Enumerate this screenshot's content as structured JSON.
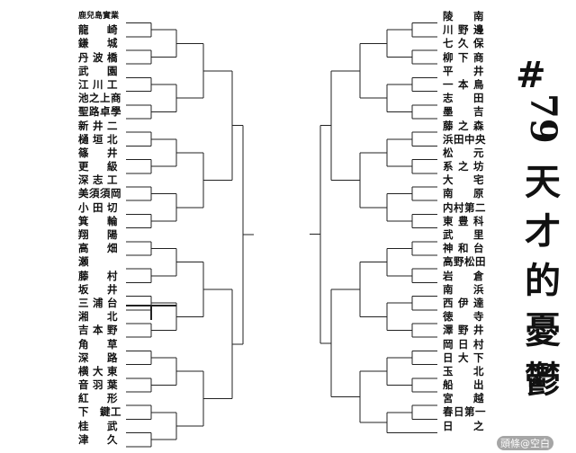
{
  "left_teams": [
    "鹿兒島實業",
    "龍　崎",
    "鎌　城",
    "丹波橋",
    "武　園",
    "江川工",
    "池之上商",
    "聖路卓學",
    "新井二",
    "樋垣北",
    "篠　井",
    "更　級",
    "深志工",
    "美須須岡",
    "小田切",
    "箕　輪",
    "翔　陽",
    "高　畑",
    "瀬",
    "藤　村",
    "坂　井",
    "三浦台",
    "湘　北",
    "吉本野",
    "角　草",
    "深　路",
    "横大東",
    "音羽葉",
    "紅　形",
    "下　鍵工",
    "桂　武",
    "津久"
  ],
  "right_teams": [
    "陵　南",
    "川野邊",
    "七久保",
    "柳下商",
    "平　井",
    "一本鳥",
    "志　田",
    "墨　吉",
    "藤之森",
    "浜田中央",
    "松　元",
    "系之坊",
    "大　宅",
    "南　原",
    "内村第二",
    "東豊科",
    "武　里",
    "神和台",
    "高野松田",
    "岩　倉",
    "南　浜",
    "西伊達",
    "徳　寺",
    "澤野井",
    "岡日村",
    "日大下",
    "玉　北",
    "船　出",
    "宮　越",
    "春日第一",
    "日之"
  ],
  "title": {
    "hash": "#",
    "number": "79",
    "chars": [
      "天",
      "才",
      "的",
      "憂",
      "鬱"
    ]
  },
  "watermark": "頭條@空白"
}
